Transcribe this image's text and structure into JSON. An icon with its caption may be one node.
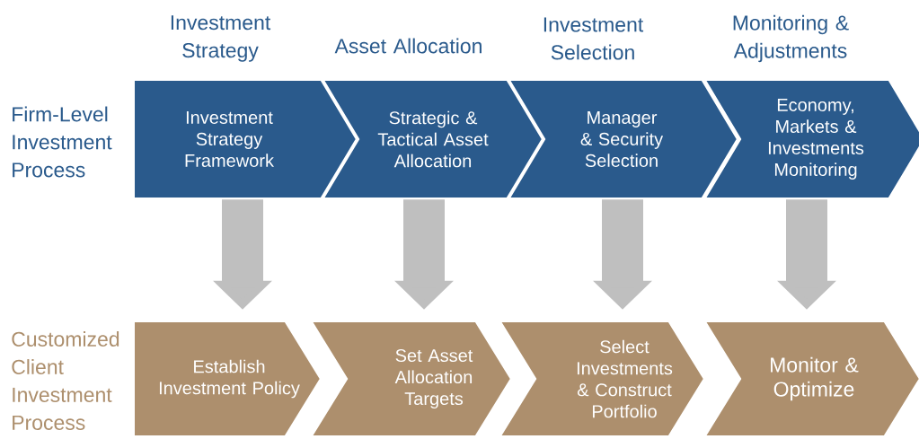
{
  "diagram": {
    "nodes": [
      {
        "text": [
          "Investment Strategy Framework"
        ]
      },
      {
        "text": [
          "Strategic & Tactical Asset Allocation"
        ]
      },
      {
        "text": [
          "Manager & Security Selection"
        ]
      },
      {
        "text": [
          "Economy, Markets & Investments Monitoring"
        ]
      },
      {
        "text": [
          "Establish Investment Policy"
        ]
      },
      {
        "text": [
          "Set Asset Allocation Targets"
        ]
      },
      {
        "text": [
          "Select Investments & Construct Portfolio"
        ]
      },
      {
        "text": [
          "Monitor & Optimize"
        ]
      }
    ],
    "edges": [
      {
        "from": 0,
        "to": 4,
        "arrow": "to"
      },
      {
        "from": 1,
        "to": 5,
        "arrow": "to"
      },
      {
        "from": 2,
        "to": 6,
        "arrow": "to"
      },
      {
        "from": 3,
        "to": 7,
        "arrow": "to"
      }
    ],
    "labels": [
      "Investment Strategy",
      "Asset Allocation",
      "Investment Selection",
      "Monitoring & Adjustments",
      "Firm-Level Investment Process",
      "Customized Client Investment Process"
    ]
  }
}
